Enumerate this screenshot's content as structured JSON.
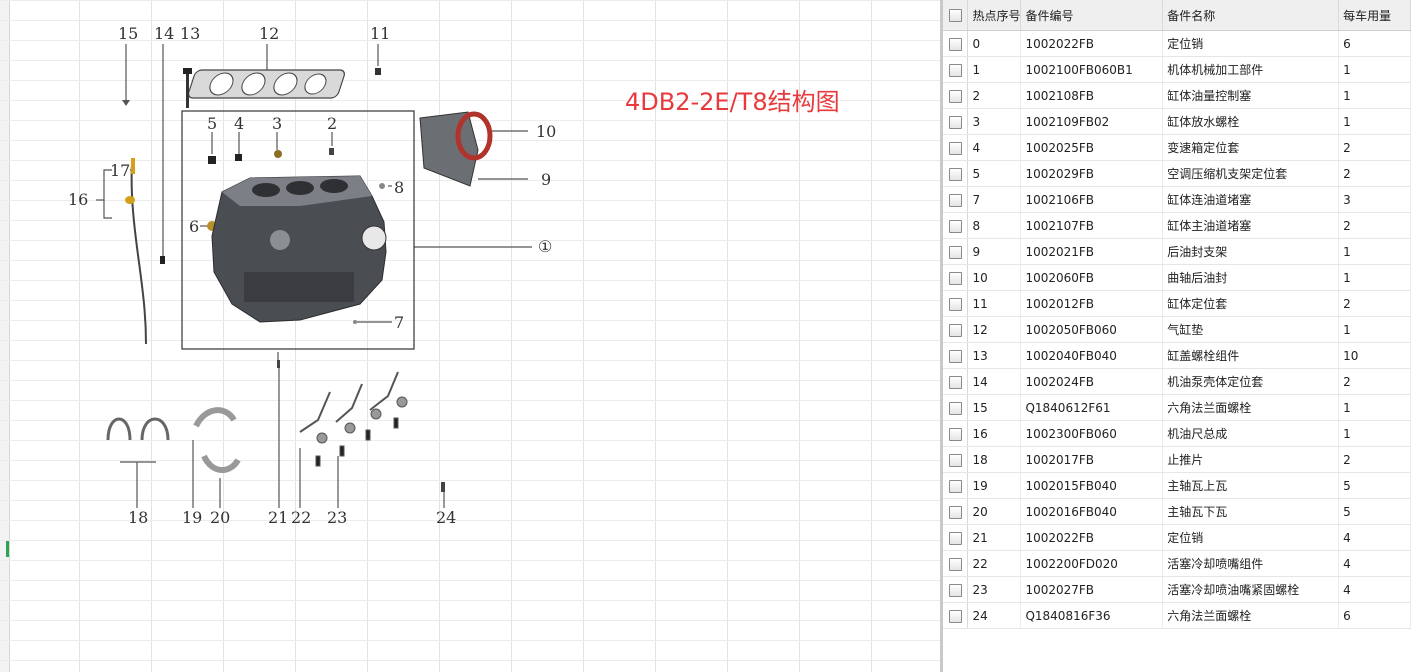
{
  "diagram": {
    "title": "4DB2-2E/T8结构图",
    "callouts": [
      "15",
      "14",
      "13",
      "12",
      "11",
      "5",
      "4",
      "3",
      "2",
      "10",
      "9",
      "8",
      "16",
      "17",
      "6",
      "①",
      "7",
      "18",
      "19",
      "20",
      "21",
      "22",
      "23",
      "24"
    ]
  },
  "table": {
    "columns": [
      "热点序号",
      "备件编号",
      "备件名称",
      "每车用量"
    ],
    "rows": [
      [
        "0",
        "1002022FB",
        "定位销",
        "6"
      ],
      [
        "1",
        "1002100FB060B1",
        "机体机械加工部件",
        "1"
      ],
      [
        "2",
        "1002108FB",
        "缸体油量控制塞",
        "1"
      ],
      [
        "3",
        "1002109FB02",
        "缸体放水螺栓",
        "1"
      ],
      [
        "4",
        "1002025FB",
        "变速箱定位套",
        "2"
      ],
      [
        "5",
        "1002029FB",
        "空调压缩机支架定位套",
        "2"
      ],
      [
        "7",
        "1002106FB",
        "缸体连油道堵塞",
        "3"
      ],
      [
        "8",
        "1002107FB",
        "缸体主油道堵塞",
        "2"
      ],
      [
        "9",
        "1002021FB",
        "后油封支架",
        "1"
      ],
      [
        "10",
        "1002060FB",
        "曲轴后油封",
        "1"
      ],
      [
        "11",
        "1002012FB",
        "缸体定位套",
        "2"
      ],
      [
        "12",
        "1002050FB060",
        "气缸垫",
        "1"
      ],
      [
        "13",
        "1002040FB040",
        "缸盖螺栓组件",
        "10"
      ],
      [
        "14",
        "1002024FB",
        "机油泵壳体定位套",
        "2"
      ],
      [
        "15",
        "Q1840612F61",
        "六角法兰面螺栓",
        "1"
      ],
      [
        "16",
        "1002300FB060",
        "机油尺总成",
        "1"
      ],
      [
        "18",
        "1002017FB",
        "止推片",
        "2"
      ],
      [
        "19",
        "1002015FB040",
        "主轴瓦上瓦",
        "5"
      ],
      [
        "20",
        "1002016FB040",
        "主轴瓦下瓦",
        "5"
      ],
      [
        "21",
        "1002022FB",
        "定位销",
        "4"
      ],
      [
        "22",
        "1002200FD020",
        "活塞冷却喷嘴组件",
        "4"
      ],
      [
        "23",
        "1002027FB",
        "活塞冷却喷油嘴紧固螺栓",
        "4"
      ],
      [
        "24",
        "Q1840816F36",
        "六角法兰面螺栓",
        "6"
      ]
    ]
  },
  "colors": {
    "title": "#e8393d",
    "header_bg": "#efefef",
    "splitter": "#c9c9c9"
  }
}
